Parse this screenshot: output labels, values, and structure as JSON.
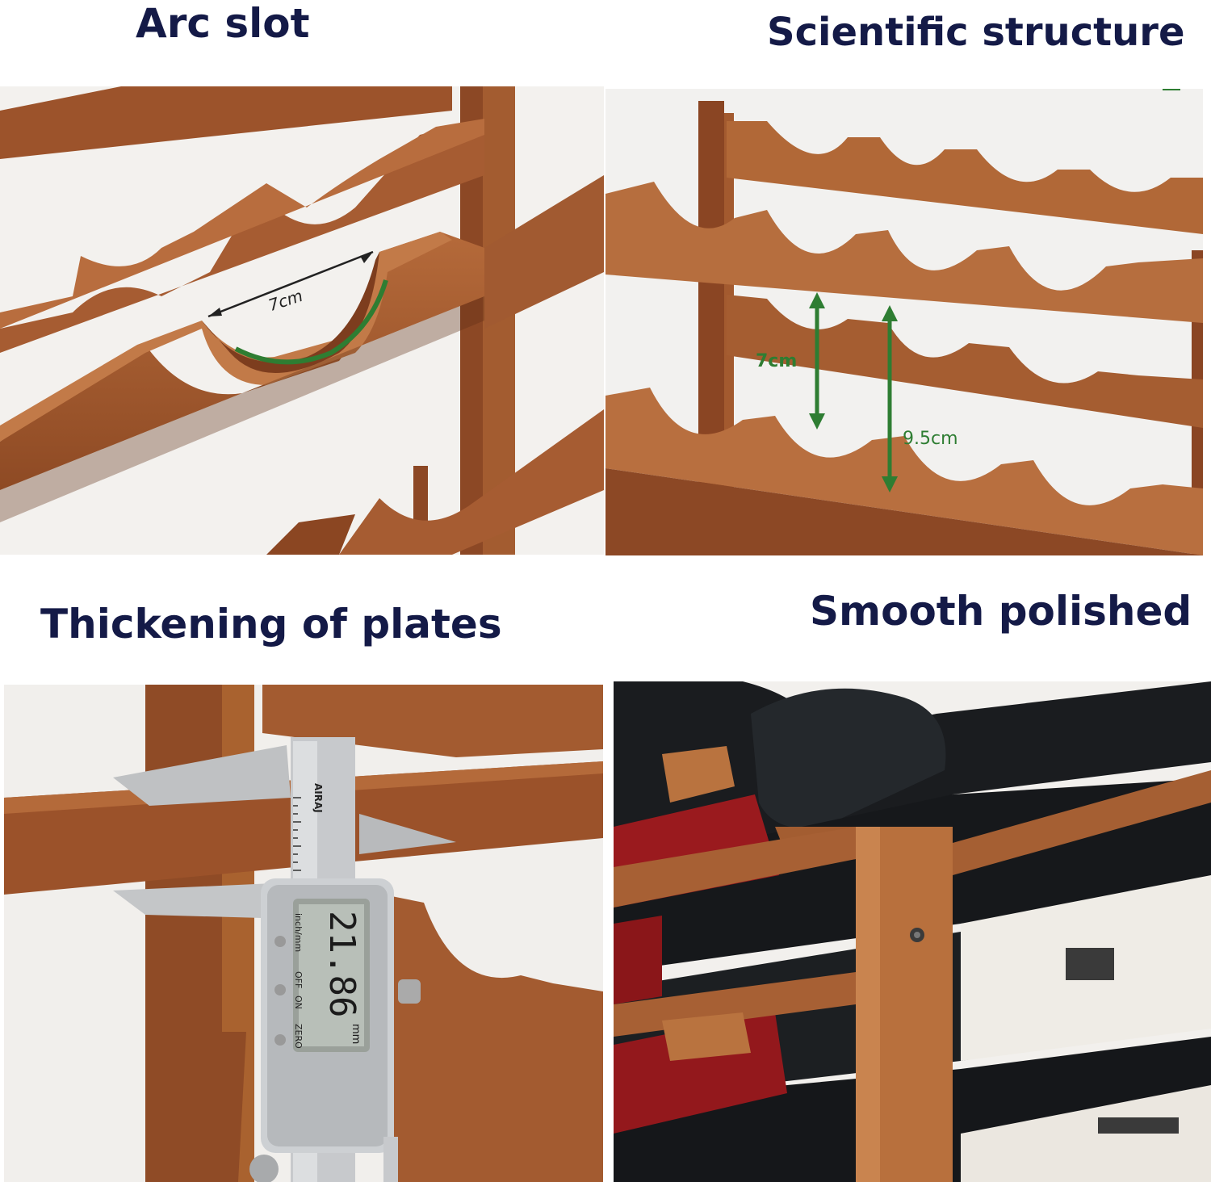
{
  "headings": {
    "arc_slot": "Arc slot",
    "scientific_structure": "Scientific structure",
    "thickening": "Thickening of plates",
    "smooth": "Smooth polished"
  },
  "labels": {
    "arc_width": "7cm",
    "slot_depth": "7cm",
    "row_spacing": "9.5cm"
  },
  "caliper": {
    "brand": "AIRAJ",
    "units_button": "inch/mm",
    "off_button": "OFF",
    "on_button": "ON",
    "zero_button": "ZERO",
    "reading": "21.86",
    "unit": "mm"
  },
  "colors": {
    "heading": "#141a47",
    "wood": "#a2592f",
    "wood_dark": "#6e3418",
    "annotation_green": "#2e7d32"
  },
  "icons": [
    "wine-rack-photo",
    "caliper",
    "wine-bottle"
  ]
}
